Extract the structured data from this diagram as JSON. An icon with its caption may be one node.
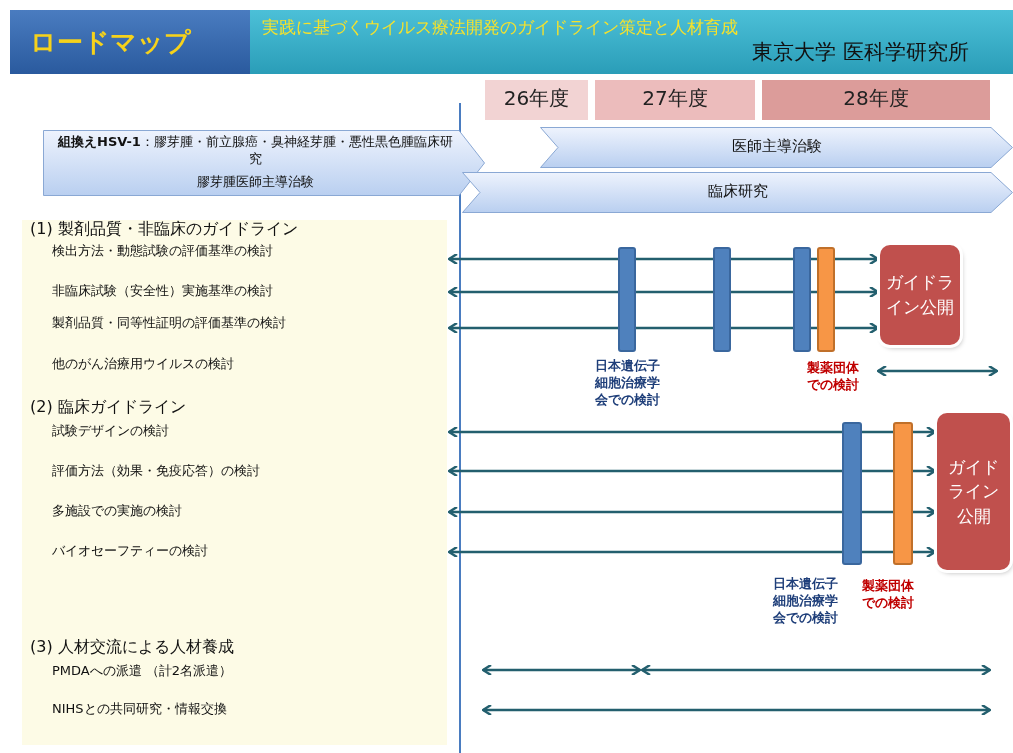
{
  "diagram": {
    "title": "実践に基づくウイルス療法開発のガイドライン策定と人材育成",
    "nodes": [
      {
        "text": [
          "26年度"
        ]
      },
      {
        "text": [
          "27年度"
        ]
      },
      {
        "text": [
          "28年度"
        ]
      },
      {
        "text": [
          "**組換えHSV-1**：膠芽腫・前立腺癌・臭神経芽腫・悪性黒色腫臨床研究",
          "膠芽腫医師主導治験"
        ]
      },
      {
        "text": [
          "医師主導治験"
        ]
      },
      {
        "text": [
          "臨床研究"
        ]
      },
      {
        "text": [
          "(1)  製剤品質・非臨床のガイドライン",
          "検出方法・動態試験の評価基準の検討",
          "非臨床試験（安全性）実施基準の検討",
          "製剤品質・同等性証明の評価基準の検討",
          "他のがん治療用ウイルスの検討",
          "(2)  臨床ガイドライン",
          "試験デザインの検討",
          "評価方法（効果・免疫応答）の検討",
          "多施設での実施の検討",
          "バイオセーフティーの検討",
          "(3)  人材交流による人材養成",
          "PMDAへの派遣 （計2名派遣）",
          "NIHSとの共同研究・情報交換"
        ]
      },
      {
        "text": [
          "ガイドライン公開"
        ]
      },
      {
        "text": [
          "ガイドライン公開"
        ]
      },
      {
        "text": [],
        "shape": "bar",
        "beside": [
          "日本遺伝子細胞治療学会での検討"
        ]
      },
      {
        "text": [],
        "shape": "bar"
      },
      {
        "text": [],
        "shape": "bar"
      },
      {
        "text": [],
        "shape": "bar",
        "beside": [
          "製薬団体での検討"
        ]
      },
      {
        "text": [],
        "shape": "bar",
        "beside": [
          "日本遺伝子細胞治療学会での検討"
        ]
      },
      {
        "text": [],
        "shape": "bar",
        "beside": [
          "製薬団体での検討"
        ]
      }
    ],
    "edges": [
      {
        "from": 9,
        "to": 6,
        "arrow": "to"
      },
      {
        "from": 9,
        "to": 10,
        "arrow": "none"
      },
      {
        "from": 10,
        "to": 11,
        "arrow": "none"
      },
      {
        "from": 11,
        "to": 12,
        "arrow": "none"
      },
      {
        "from": 12,
        "to": 7,
        "arrow": "to"
      },
      {
        "from": 9,
        "to": 6,
        "arrow": "to"
      },
      {
        "from": 9,
        "to": 10,
        "arrow": "none"
      },
      {
        "from": 10,
        "to": 11,
        "arrow": "none"
      },
      {
        "from": 11,
        "to": 12,
        "arrow": "none"
      },
      {
        "from": 12,
        "to": 7,
        "arrow": "to"
      },
      {
        "from": 9,
        "to": 6,
        "arrow": "to"
      },
      {
        "from": 9,
        "to": 10,
        "arrow": "none"
      },
      {
        "from": 10,
        "to": 11,
        "arrow": "none"
      },
      {
        "from": 11,
        "to": 12,
        "arrow": "none"
      },
      {
        "from": 12,
        "to": 7,
        "arrow": "to"
      },
      {
        "from": 13,
        "to": 6,
        "arrow": "to"
      },
      {
        "from": 13,
        "to": 14,
        "arrow": "none"
      },
      {
        "from": 14,
        "to": 8,
        "arrow": "to"
      },
      {
        "from": 13,
        "to": 6,
        "arrow": "to"
      },
      {
        "from": 13,
        "to": 14,
        "arrow": "none"
      },
      {
        "from": 14,
        "to": 8,
        "arrow": "to"
      },
      {
        "from": 13,
        "to": 6,
        "arrow": "to"
      },
      {
        "from": 13,
        "to": 14,
        "arrow": "none"
      },
      {
        "from": 14,
        "to": 8,
        "arrow": "to"
      },
      {
        "from": 13,
        "to": 6,
        "arrow": "to"
      },
      {
        "from": 13,
        "to": 14,
        "arrow": "none"
      },
      {
        "from": 14,
        "to": 8,
        "arrow": "to"
      }
    ],
    "labels": [
      "ロードマップ",
      "東京大学 医科学研究所"
    ]
  }
}
